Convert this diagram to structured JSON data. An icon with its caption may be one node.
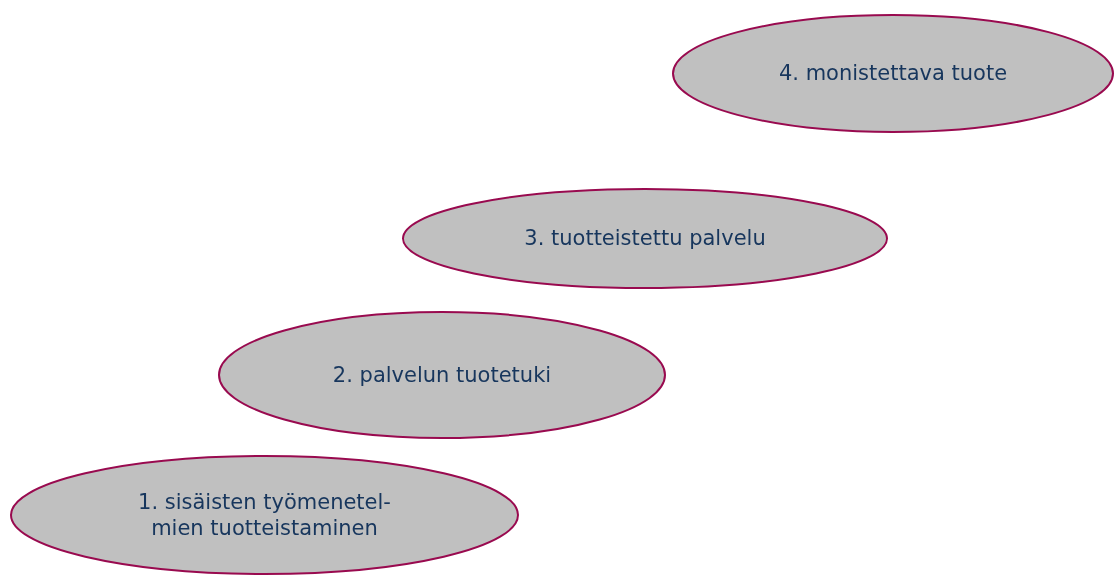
{
  "diagram": {
    "nodes": [
      {
        "text": [
          "1. sisäisten työmenetel- mien tuotteistaminen"
        ]
      },
      {
        "text": [
          "2. palvelun tuotetuki"
        ]
      },
      {
        "text": [
          "3. tuotteistettu palvelu"
        ]
      },
      {
        "text": [
          "4. monistettava tuote"
        ]
      }
    ]
  }
}
